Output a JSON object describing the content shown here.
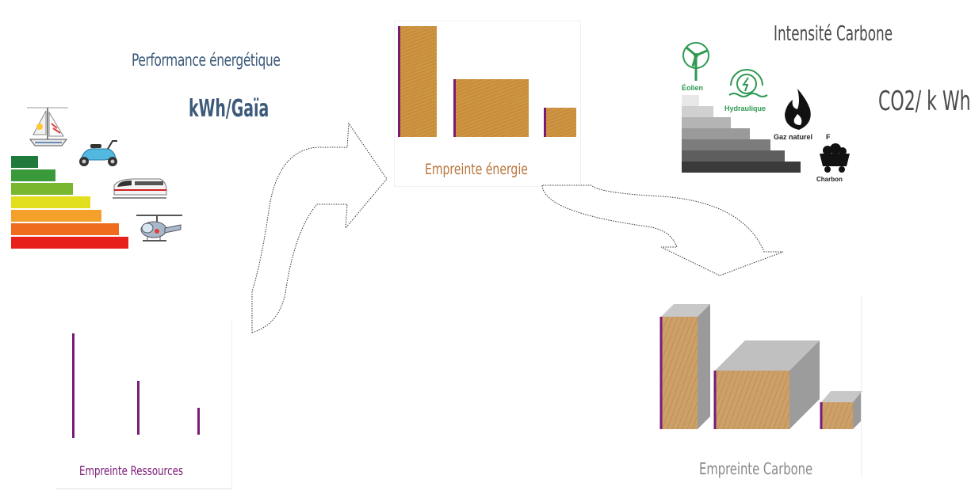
{
  "energy_performance": {
    "title": "Performance énergétique",
    "unit": "kWh/Gaïa",
    "steps": [
      "#1f7a3c",
      "#3a9a3a",
      "#79b72e",
      "#e2e01e",
      "#f5a02a",
      "#ef6c1e",
      "#e8201c"
    ],
    "vehicles": [
      "sailboat-icon",
      "scooter-icon",
      "train-icon",
      "helicopter-icon"
    ]
  },
  "resources_footprint": {
    "caption": "Empreinte Ressources",
    "color": "#7a1a78",
    "bars": [
      1.0,
      0.52,
      0.26
    ]
  },
  "energy_footprint": {
    "caption": "Empreinte énergie",
    "caption_color": "#b8733a",
    "bars": [
      1.0,
      0.52,
      0.26
    ]
  },
  "carbon_intensity": {
    "title": "Intensité Carbone",
    "unit": "CO2/ k Wh",
    "sources": [
      {
        "label": "Éolien",
        "icon": "wind-turbine-icon",
        "color": "#2f9a52"
      },
      {
        "label": "Hydraulique",
        "icon": "hydro-icon",
        "color": "#2f9a52"
      },
      {
        "label": "Gaz naturel",
        "icon": "gas-flame-icon",
        "color": "#222222"
      },
      {
        "label": "Charbon",
        "icon": "coal-cart-icon",
        "color": "#222222"
      }
    ],
    "steps": [
      "#e8e8e8",
      "#d0d0d0",
      "#b4b4b4",
      "#9a9a9a",
      "#7c7c7c",
      "#5e5e5e",
      "#3a3a3a"
    ]
  },
  "carbon_footprint": {
    "caption": "Empreinte Carbone",
    "caption_color": "#888888",
    "bars": [
      1.0,
      0.52,
      0.26
    ]
  }
}
